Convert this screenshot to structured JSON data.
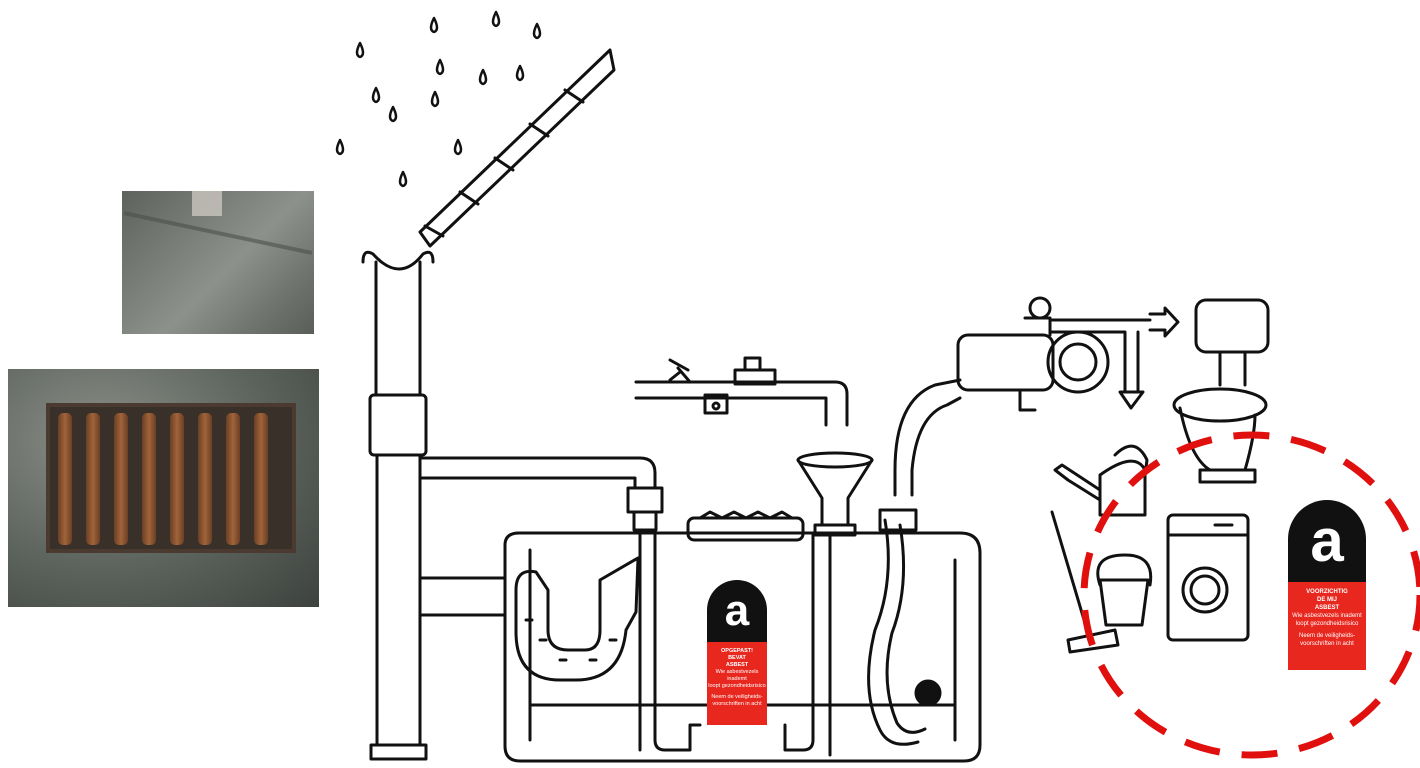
{
  "photos": {
    "puddle_alt": "puddle-photo",
    "grate_alt": "storm-drain-grate-photo"
  },
  "labels": {
    "tank_asbestos": {
      "logo_letter": "a",
      "lines": [
        "OPGEPAST!",
        "BEVAT",
        "ASBEST",
        "Wie asbestvezels inademt",
        "loopt gezondheidsrisico",
        "Neem de veiligheids-",
        "voorschriften in acht"
      ],
      "background": "#e8271e"
    },
    "appliance_asbestos": {
      "logo_letter": "a",
      "lines": [
        "VOORZICHTIG",
        "DE MIJ",
        "ASBEST",
        "Wie asbestvezels inademt",
        "loopt gezondheidsrisico",
        "Neem de veiligheids-",
        "voorschriften in acht"
      ],
      "background": "#e8271e"
    }
  },
  "colors": {
    "line": "#111111",
    "highlight_circle": "#e0100e",
    "label_red": "#e8271e"
  },
  "icons": [
    "rain-drops-icon",
    "roof-tiles-icon",
    "downpipe-icon",
    "tap-icon",
    "funnel-icon",
    "rainwater-tank-icon",
    "pump-icon",
    "toilet-icon",
    "watering-can-icon",
    "mop-and-bucket-icon",
    "washing-machine-icon"
  ]
}
